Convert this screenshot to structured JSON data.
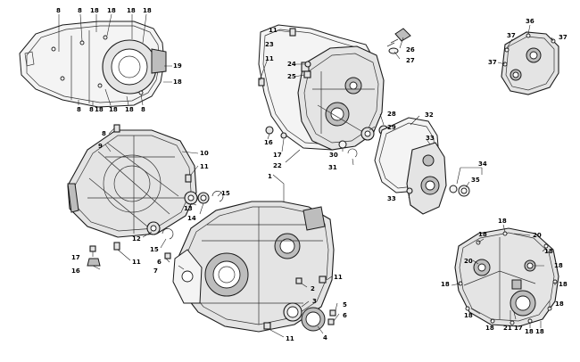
{
  "callouts": [
    {
      "id": "c-8a",
      "text": "8"
    },
    {
      "id": "c-8b",
      "text": "8"
    },
    {
      "id": "c-18a",
      "text": "18"
    },
    {
      "id": "c-18b",
      "text": "18"
    },
    {
      "id": "c-18c",
      "text": "18"
    },
    {
      "id": "c-18d",
      "text": "18"
    },
    {
      "id": "c-19",
      "text": "19"
    },
    {
      "id": "c-18e",
      "text": "18"
    },
    {
      "id": "c-8c",
      "text": "8"
    },
    {
      "id": "c-8d",
      "text": "8"
    },
    {
      "id": "c-18f",
      "text": "18"
    },
    {
      "id": "c-18g",
      "text": "18"
    },
    {
      "id": "c-18h",
      "text": "18"
    },
    {
      "id": "c-8e",
      "text": "8"
    },
    {
      "id": "c-11a",
      "text": "11"
    },
    {
      "id": "c-23",
      "text": "23"
    },
    {
      "id": "c-11b",
      "text": "11"
    },
    {
      "id": "c-24",
      "text": "24"
    },
    {
      "id": "c-25",
      "text": "25"
    },
    {
      "id": "c-26",
      "text": "26"
    },
    {
      "id": "c-27",
      "text": "27"
    },
    {
      "id": "c-28",
      "text": "28"
    },
    {
      "id": "c-29",
      "text": "29"
    },
    {
      "id": "c-32",
      "text": "32"
    },
    {
      "id": "c-33a",
      "text": "33"
    },
    {
      "id": "c-16a",
      "text": "16"
    },
    {
      "id": "c-17a",
      "text": "17"
    },
    {
      "id": "c-22",
      "text": "22"
    },
    {
      "id": "c-30",
      "text": "30"
    },
    {
      "id": "c-31",
      "text": "31"
    },
    {
      "id": "c-34",
      "text": "34"
    },
    {
      "id": "c-35",
      "text": "35"
    },
    {
      "id": "c-33b",
      "text": "33"
    },
    {
      "id": "c-36",
      "text": "36"
    },
    {
      "id": "c-37a",
      "text": "37"
    },
    {
      "id": "c-37b",
      "text": "37"
    },
    {
      "id": "c-37c",
      "text": "37"
    },
    {
      "id": "c-8f",
      "text": "8"
    },
    {
      "id": "c-9",
      "text": "9"
    },
    {
      "id": "c-10",
      "text": "10"
    },
    {
      "id": "c-11c",
      "text": "11"
    },
    {
      "id": "c-1",
      "text": "1"
    },
    {
      "id": "c-15a",
      "text": "15"
    },
    {
      "id": "c-13",
      "text": "13"
    },
    {
      "id": "c-14",
      "text": "14"
    },
    {
      "id": "c-12",
      "text": "12"
    },
    {
      "id": "c-15b",
      "text": "15"
    },
    {
      "id": "c-17b",
      "text": "17"
    },
    {
      "id": "c-11d",
      "text": "11"
    },
    {
      "id": "c-6a",
      "text": "6"
    },
    {
      "id": "c-16b",
      "text": "16"
    },
    {
      "id": "c-7",
      "text": "7"
    },
    {
      "id": "c-11e",
      "text": "11"
    },
    {
      "id": "c-2",
      "text": "2"
    },
    {
      "id": "c-3",
      "text": "3"
    },
    {
      "id": "c-5",
      "text": "5"
    },
    {
      "id": "c-6b",
      "text": "6"
    },
    {
      "id": "c-4",
      "text": "4"
    },
    {
      "id": "c-11f",
      "text": "11"
    },
    {
      "id": "c-18i",
      "text": "18"
    },
    {
      "id": "c-20a",
      "text": "20"
    },
    {
      "id": "c-18j",
      "text": "18"
    },
    {
      "id": "c-18k",
      "text": "18"
    },
    {
      "id": "c-20b",
      "text": "20"
    },
    {
      "id": "c-18l",
      "text": "18"
    },
    {
      "id": "c-18m",
      "text": "18"
    },
    {
      "id": "c-18n",
      "text": "18"
    },
    {
      "id": "c-18o",
      "text": "18"
    },
    {
      "id": "c-18p",
      "text": "18"
    },
    {
      "id": "c-18q",
      "text": "18"
    },
    {
      "id": "c-21",
      "text": "21"
    },
    {
      "id": "c-17c",
      "text": "17"
    },
    {
      "id": "c-18r",
      "text": "18"
    },
    {
      "id": "c-18s",
      "text": "18"
    }
  ]
}
